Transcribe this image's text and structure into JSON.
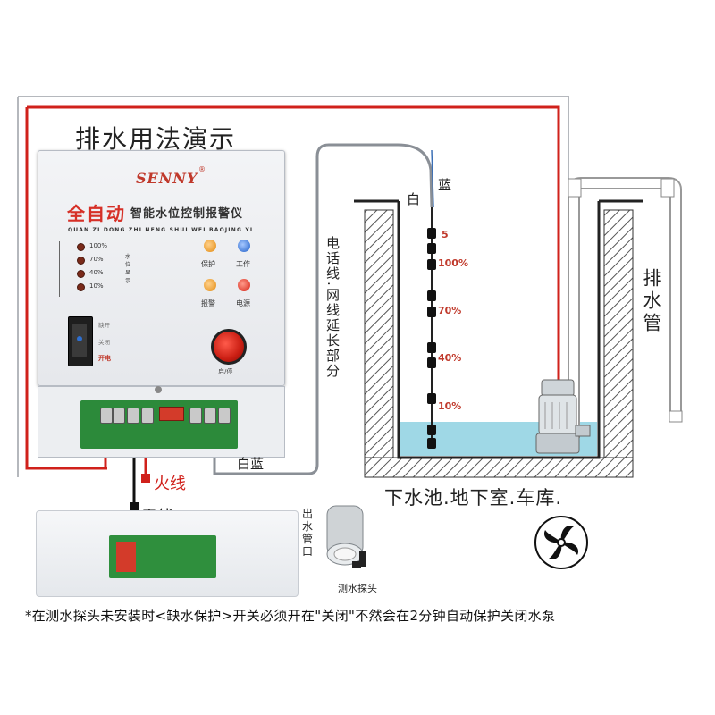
{
  "title": "排水用法演示",
  "controller": {
    "brand": "SENNY",
    "registered": "®",
    "auto_label": "全自动",
    "subtitle": "智能水位控制报警仪",
    "pinyin": "QUAN ZI DONG ZHI NENG SHUI WEI BAOJING YI",
    "levels": [
      "100%",
      "70%",
      "40%",
      "10%"
    ],
    "level_display_label": "水位显示",
    "indicators": {
      "protect": "保护",
      "work": "工作",
      "alarm": "报警",
      "power": "电源"
    },
    "switch_labels": {
      "top": "缺开",
      "middle": "关闭",
      "bottom": "开电"
    },
    "knob_label": "启/停"
  },
  "wiring_labels": {
    "live": "火线",
    "neutral": "零线",
    "white_blue": "白蓝",
    "white": "白",
    "blue": "蓝",
    "extension": "电话线.网线延长部分"
  },
  "probe_levels": [
    "5",
    "100%",
    "70%",
    "40%",
    "10%"
  ],
  "drain_pipe_label": "排水管",
  "pool_label": "下水池.地下室.车库.",
  "outlet_label": "出水管口",
  "probe_label": "测水探头",
  "footer_note": "*在测水探头未安装时<缺水保护>开关必须开在\"关闭\"不然会在2分钟自动保护关闭水泵",
  "colors": {
    "wire_red": "#d0211b",
    "wire_gray": "#8a8f96",
    "water": "#9fd8e6",
    "accent_red": "#c0392b",
    "pcb_green": "#2c8a3a"
  }
}
